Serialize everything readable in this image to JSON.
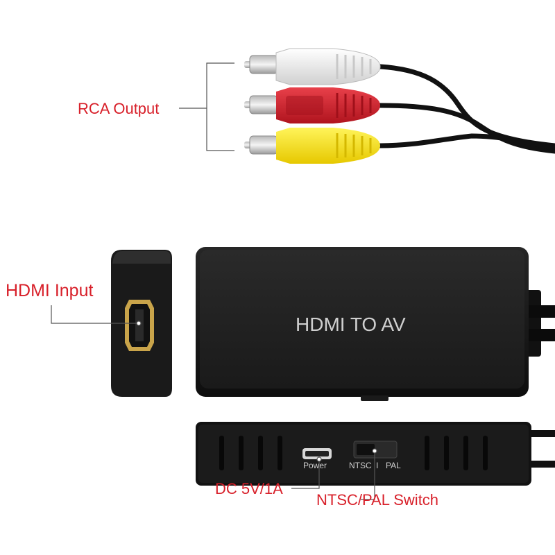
{
  "labels": {
    "rca_output": "RCA Output",
    "hdmi_input": "HDMI Input",
    "device_name": "HDMI TO AV",
    "power_port": "Power",
    "switch_ntsc": "NTSC",
    "switch_divider": "I",
    "switch_pal": "PAL",
    "dc_spec": "DC 5V/1A",
    "switch_caption": "NTSC/PAL Switch"
  },
  "colors": {
    "callout_text": "#d8202a",
    "device_body": "#141414",
    "rca_white": "#f2f2f2",
    "rca_red": "#d3202a",
    "rca_yellow": "#f7e400",
    "hdmi_gold": "#c9a44a"
  }
}
